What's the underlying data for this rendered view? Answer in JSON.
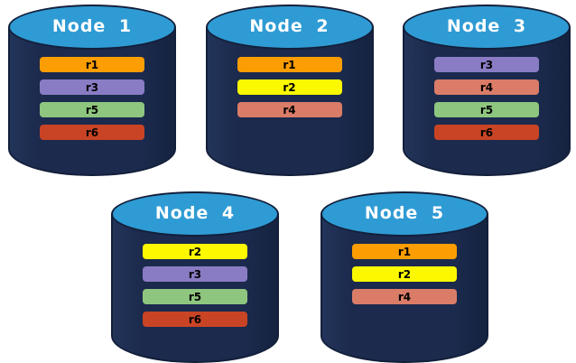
{
  "diagram": {
    "type": "database-replica-distribution",
    "nodes": [
      {
        "label": "Node 1",
        "replicas": [
          "r1",
          "r3",
          "r5",
          "r6"
        ]
      },
      {
        "label": "Node 2",
        "replicas": [
          "r1",
          "r2",
          "r4"
        ]
      },
      {
        "label": "Node 3",
        "replicas": [
          "r3",
          "r4",
          "r5",
          "r6"
        ]
      },
      {
        "label": "Node 4",
        "replicas": [
          "r2",
          "r3",
          "r5",
          "r6"
        ]
      },
      {
        "label": "Node 5",
        "replicas": [
          "r1",
          "r2",
          "r4"
        ]
      }
    ],
    "rows": [
      [
        0,
        1,
        2
      ],
      [
        3,
        4
      ]
    ]
  },
  "colors": {
    "cylinder_body": "#1b2a4d",
    "cylinder_body_highlight": "#223459",
    "cylinder_body_shadow": "#152340",
    "cylinder_border": "#131f3a",
    "cylinder_top": "#2f9bd4",
    "node_label_text": "#ffffff",
    "replica_label_text": "#000000",
    "replicas": {
      "r1": "#fc9d03",
      "r2": "#fbf800",
      "r3": "#8a7cc4",
      "r4": "#da7c68",
      "r5": "#8ec67f",
      "r6": "#c84425"
    }
  }
}
